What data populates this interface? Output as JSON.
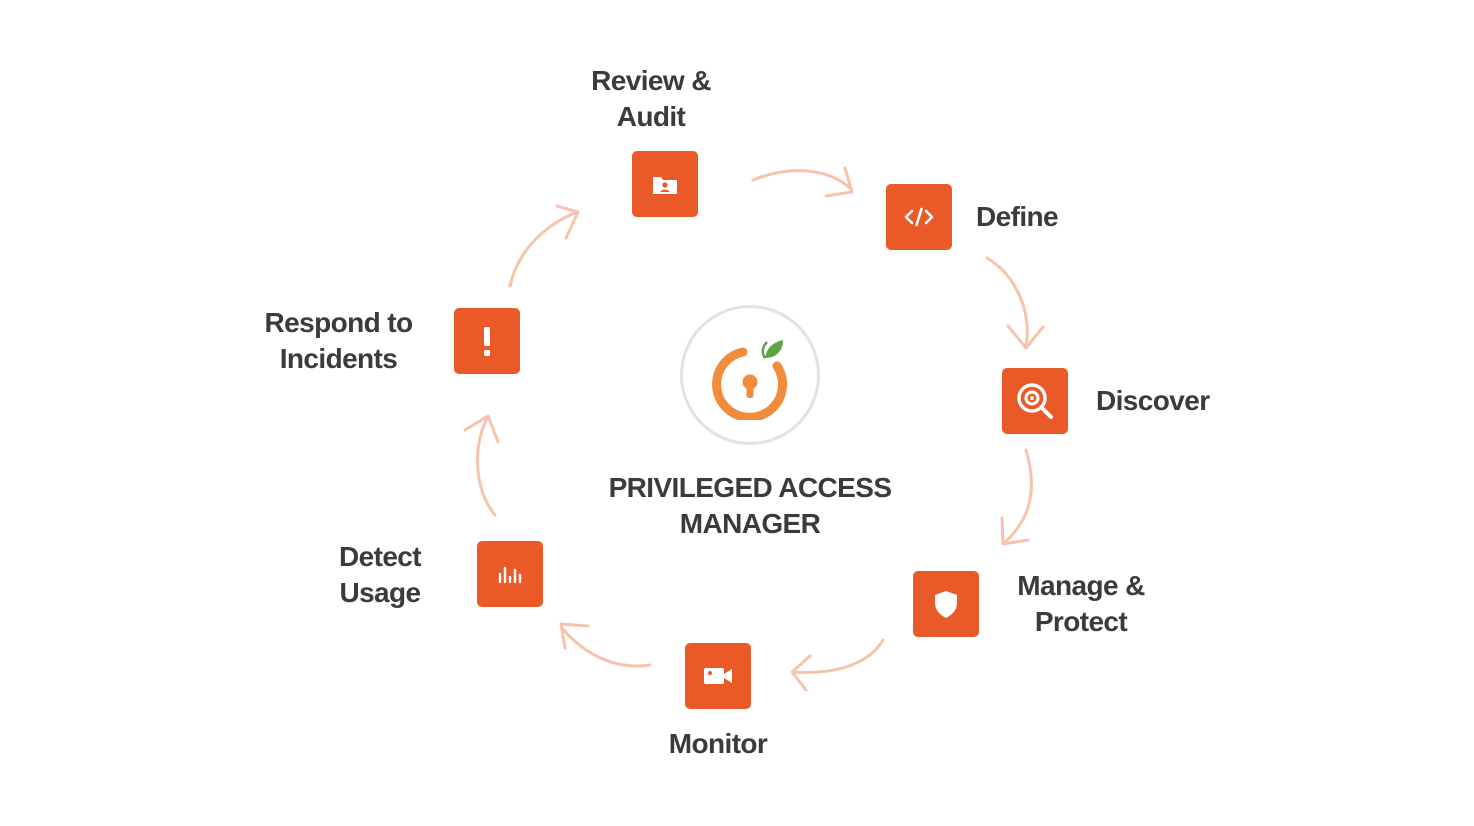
{
  "center": {
    "title_line1": "PRIVILEGED ACCESS",
    "title_line2": "MANAGER",
    "logo_icon": "keyhole-power-logo-icon"
  },
  "steps": [
    {
      "id": "review-audit",
      "line1": "Review &",
      "line2": "Audit",
      "icon": "folder-user-icon"
    },
    {
      "id": "define",
      "line1": "Define",
      "line2": "",
      "icon": "code-icon"
    },
    {
      "id": "discover",
      "line1": "Discover",
      "line2": "",
      "icon": "search-icon"
    },
    {
      "id": "manage-protect",
      "line1": "Manage &",
      "line2": "Protect",
      "icon": "shield-icon"
    },
    {
      "id": "monitor",
      "line1": "Monitor",
      "line2": "",
      "icon": "video-camera-icon"
    },
    {
      "id": "detect-usage",
      "line1": "Detect",
      "line2": "Usage",
      "icon": "bar-chart-icon"
    },
    {
      "id": "respond-incidents",
      "line1": "Respond to",
      "line2": "Incidents",
      "icon": "exclamation-icon"
    }
  ],
  "colors": {
    "box": "#ea5a28",
    "arrow": "#f6c3ad",
    "text": "#3b3b3b",
    "logo_orange": "#f08c3c",
    "logo_leaf": "#5aa646",
    "ring": "#e2e2e2"
  }
}
